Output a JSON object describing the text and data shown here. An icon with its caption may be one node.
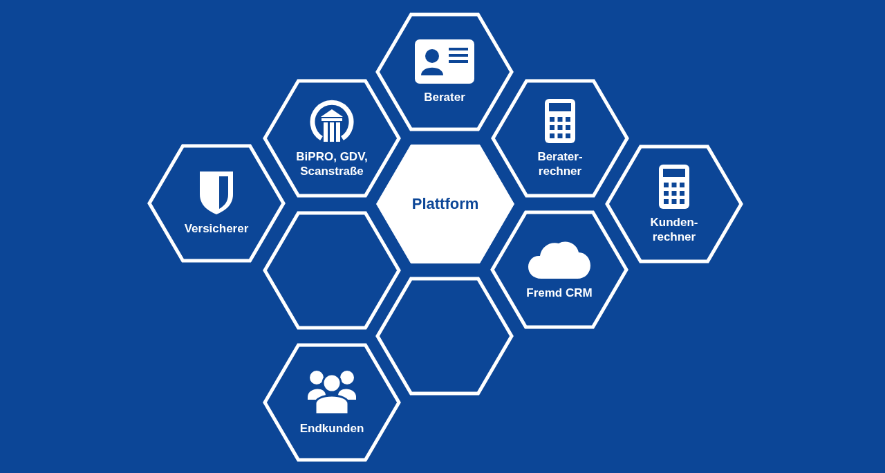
{
  "diagram": {
    "nodes": [
      {
        "text": [
          "Berater"
        ]
      },
      {
        "text": [
          "BiPRO, GDV, Scanstraße"
        ]
      },
      {
        "text": [
          "Berater- rechner"
        ]
      },
      {
        "text": [
          "Versicherer"
        ]
      },
      {
        "text": [
          "Plattform"
        ]
      },
      {
        "text": [
          "Kunden- rechner"
        ]
      },
      {
        "text": [],
        "shape": "hexagon"
      },
      {
        "text": [
          "Fremd CRM"
        ]
      },
      {
        "text": [],
        "shape": "hexagon"
      },
      {
        "text": [
          "Endkunden"
        ]
      }
    ]
  }
}
